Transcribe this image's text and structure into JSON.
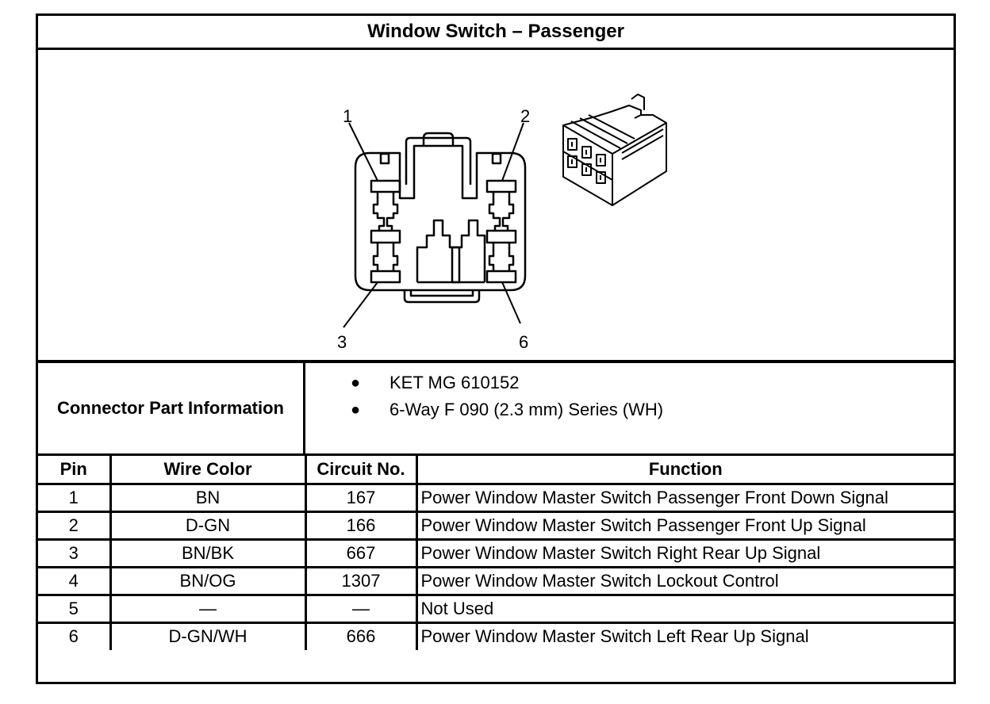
{
  "title": "Window Switch – Passenger",
  "diagram": {
    "pin_labels": [
      "1",
      "2",
      "3",
      "6"
    ]
  },
  "connector_info": {
    "label": "Connector Part Information",
    "items": [
      "KET MG 610152",
      "6-Way F 090 (2.3 mm) Series (WH)"
    ],
    "bullet": "●"
  },
  "table": {
    "headers": [
      "Pin",
      "Wire Color",
      "Circuit No.",
      "Function"
    ],
    "rows": [
      [
        "1",
        "BN",
        "167",
        "Power Window Master Switch Passenger Front Down Signal"
      ],
      [
        "2",
        "D-GN",
        "166",
        "Power Window Master Switch Passenger Front Up Signal"
      ],
      [
        "3",
        "BN/BK",
        "667",
        "Power Window Master Switch Right Rear Up Signal"
      ],
      [
        "4",
        "BN/OG",
        "1307",
        "Power Window Master Switch Lockout Control"
      ],
      [
        "5",
        "—",
        "—",
        "Not Used"
      ],
      [
        "6",
        "D-GN/WH",
        "666",
        "Power Window Master Switch Left Rear Up Signal"
      ]
    ]
  }
}
